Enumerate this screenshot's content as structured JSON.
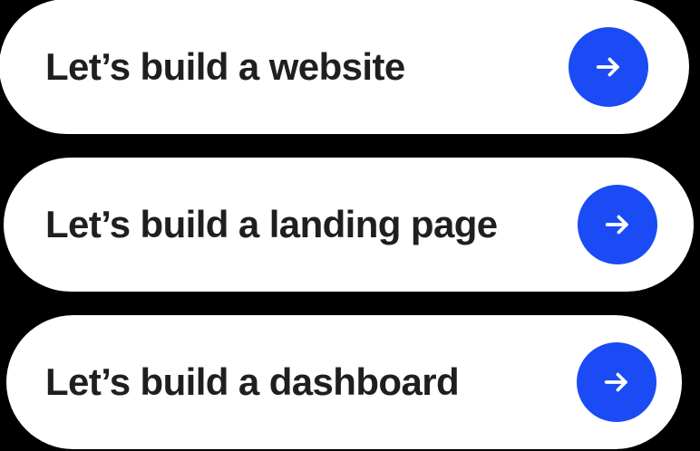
{
  "theme": {
    "background_color": "#000000",
    "card_color": "#FFFFFF",
    "text_color": "#1F1F1F",
    "accent_color": "#1A4BF5",
    "arrow_color": "#FFFFFF"
  },
  "suggestions": [
    {
      "label": "Let’s build a website",
      "action_icon": "arrow-right-icon"
    },
    {
      "label": "Let’s build a landing page",
      "action_icon": "arrow-right-icon"
    },
    {
      "label": "Let’s build a dashboard",
      "action_icon": "arrow-right-icon"
    }
  ]
}
